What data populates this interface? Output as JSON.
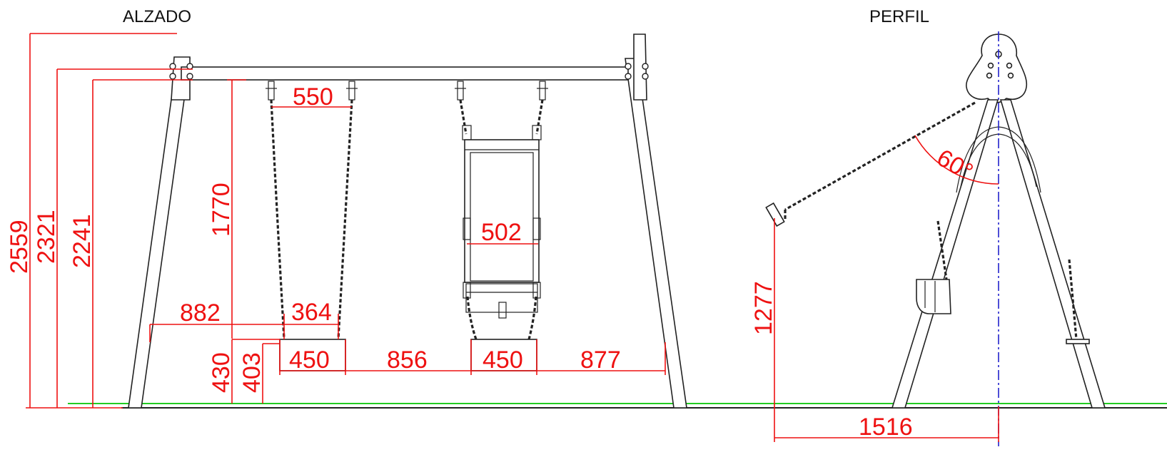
{
  "views": {
    "front_title": "ALZADO",
    "side_title": "PERFIL"
  },
  "dimensions": {
    "total_height": "2559",
    "height_2": "2321",
    "beam_height": "2241",
    "chain_length": "1770",
    "left_clearance": "882",
    "seat_chain_spacing": "364",
    "top_chain_spacing": "550",
    "seat_height": "430",
    "seat_height_2": "403",
    "seat1_width": "450",
    "seats_gap": "856",
    "seat2_width": "450",
    "right_clearance": "877",
    "cradle_width": "502",
    "swing_height": "1277",
    "side_base": "1516",
    "swing_angle": "60°"
  },
  "colors": {
    "dimension": "#ee1111",
    "structure": "#222222",
    "ground": "#22cc22",
    "axis": "#2222cc"
  }
}
